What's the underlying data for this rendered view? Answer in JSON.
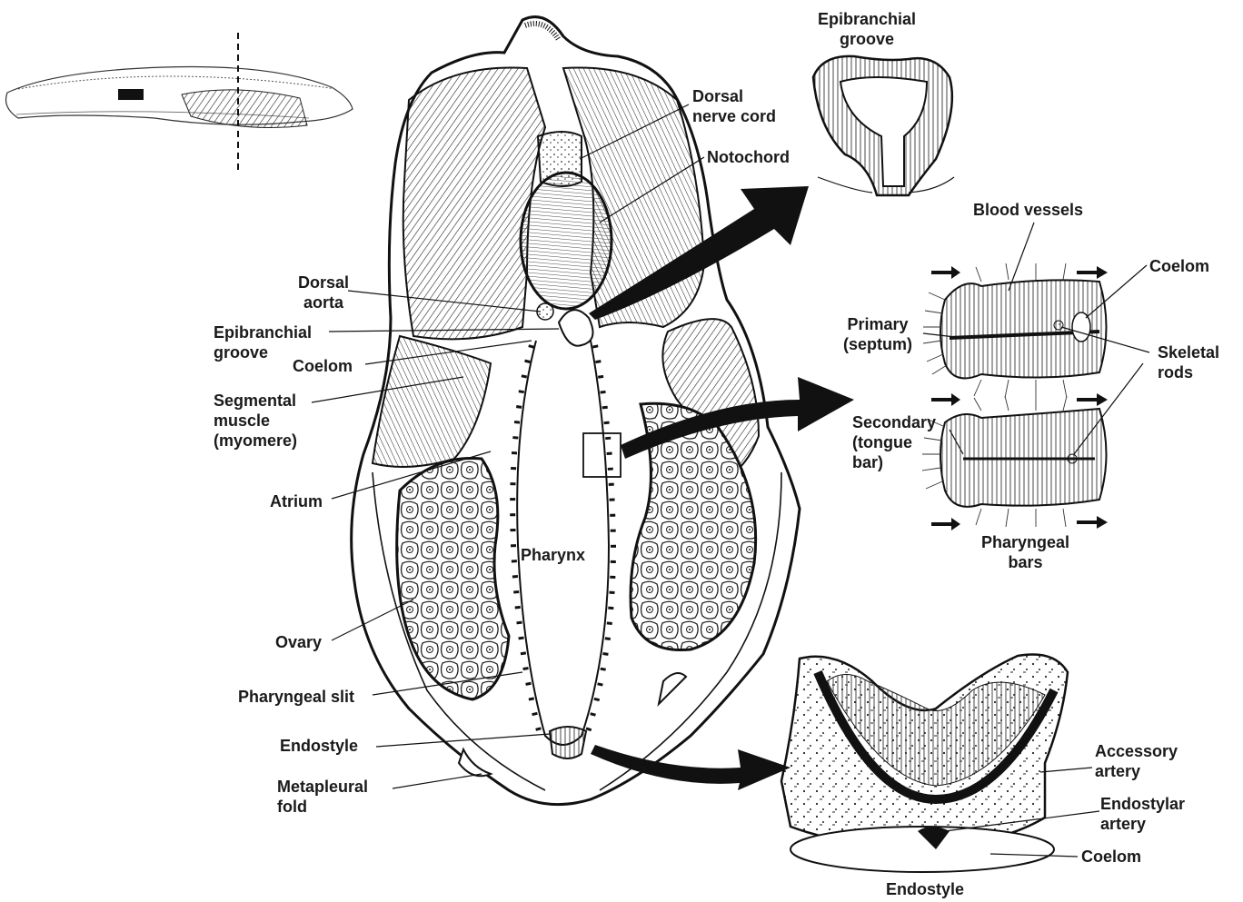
{
  "labels": {
    "epibranchial_groove_inset": "Epibranchial\ngroove",
    "dorsal_nerve_cord": "Dorsal\nnerve cord",
    "notochord": "Notochord",
    "blood_vessels": "Blood vessels",
    "coelom_bar": "Coelom",
    "dorsal_aorta": "Dorsal\naorta",
    "epibranchial_groove": "Epibranchial\ngroove",
    "coelom_main": "Coelom",
    "segmental_muscle": "Segmental\nmuscle\n(myomere)",
    "primary_septum": "Primary\n(septum)",
    "skeletal_rods": "Skeletal\nrods",
    "secondary_tongue_bar": "Secondary\n(tongue\nbar)",
    "atrium": "Atrium",
    "pharyngeal_bars": "Pharyngeal\nbars",
    "pharynx": "Pharynx",
    "ovary": "Ovary",
    "pharyngeal_slit": "Pharyngeal slit",
    "endostyle": "Endostyle",
    "metapleural_fold": "Metapleural\nfold",
    "accessory_artery": "Accessory\nartery",
    "endostylar_artery": "Endostylar\nartery",
    "coelom_endostyle": "Coelom",
    "endostyle_inset_title": "Endostyle"
  }
}
